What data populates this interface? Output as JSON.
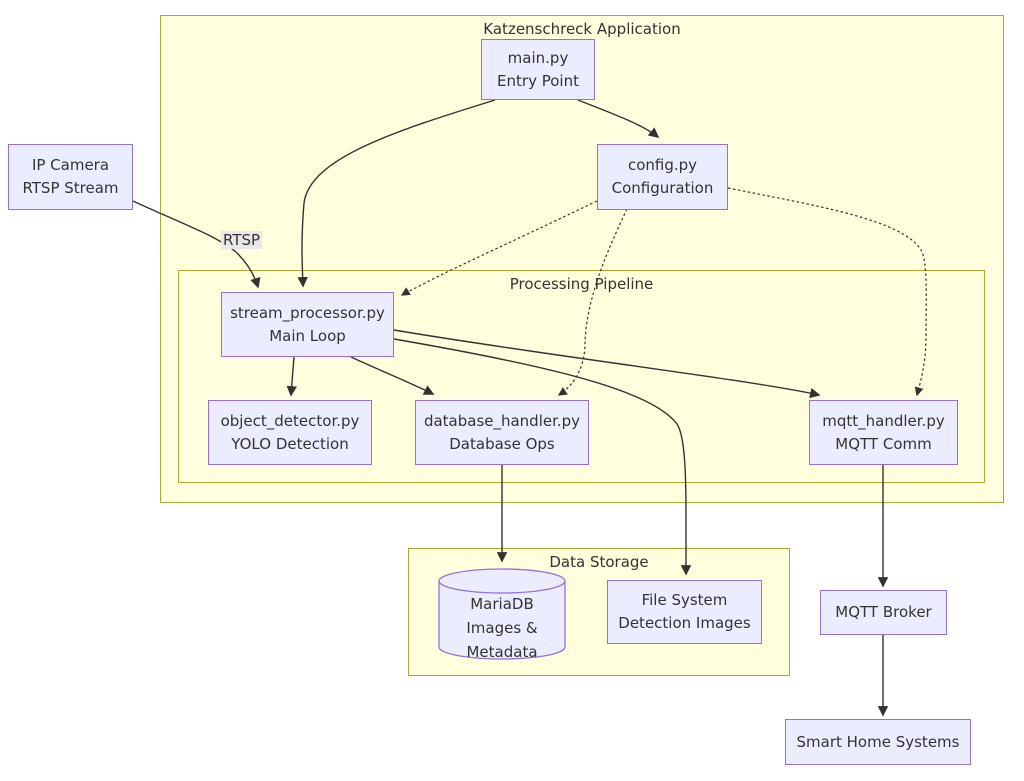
{
  "clusters": {
    "application": {
      "title": "Katzenschreck Application"
    },
    "pipeline": {
      "title": "Processing Pipeline"
    },
    "storage": {
      "title": "Data Storage"
    }
  },
  "nodes": {
    "ip_camera": {
      "line1": "IP Camera",
      "line2": "RTSP Stream"
    },
    "main": {
      "line1": "main.py",
      "line2": "Entry Point"
    },
    "config": {
      "line1": "config.py",
      "line2": "Configuration"
    },
    "stream_processor": {
      "line1": "stream_processor.py",
      "line2": "Main Loop"
    },
    "object_detector": {
      "line1": "object_detector.py",
      "line2": "YOLO Detection"
    },
    "database_handler": {
      "line1": "database_handler.py",
      "line2": "Database Ops"
    },
    "mqtt_handler": {
      "line1": "mqtt_handler.py",
      "line2": "MQTT Comm"
    },
    "mariadb": {
      "line1": "MariaDB",
      "line2": "Images & Metadata"
    },
    "file_system": {
      "line1": "File System",
      "line2": "Detection Images"
    },
    "mqtt_broker": {
      "line1": "MQTT Broker"
    },
    "smart_home": {
      "line1": "Smart Home Systems"
    }
  },
  "edge_labels": {
    "rtsp": "RTSP"
  },
  "colors": {
    "node_fill": "#ECECFF",
    "node_border": "#9370DB",
    "cluster_fill": "#FFFFDE",
    "cluster_border": "#AAAA33",
    "edge": "#333333",
    "text": "#333333",
    "edge_label_bg": "#E8E8E8"
  }
}
